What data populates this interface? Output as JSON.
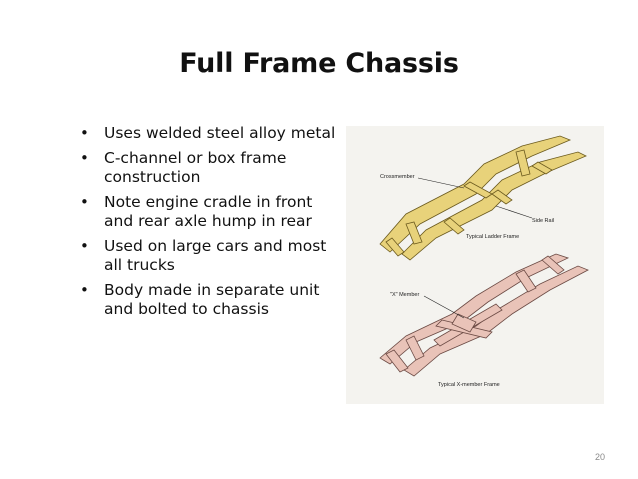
{
  "slide": {
    "title": "Full Frame Chassis",
    "bullets": [
      "Uses welded steel alloy metal",
      "C-channel or box frame construction",
      "Note engine cradle in front and rear axle hump in rear",
      "Used on large cars and most all trucks",
      "Body made in separate unit and bolted to chassis"
    ],
    "page_number": "20"
  },
  "figure": {
    "labels": {
      "crossmember": "Crossmember",
      "side_rail": "Side Rail",
      "ladder_caption": "Typical Ladder Frame",
      "x_member": "\"X\" Member",
      "x_caption": "Typical X-member Frame"
    },
    "colors": {
      "ladder_frame": "#e8d27a",
      "x_frame": "#e9c3b8",
      "background": "#f4f3ef"
    }
  }
}
